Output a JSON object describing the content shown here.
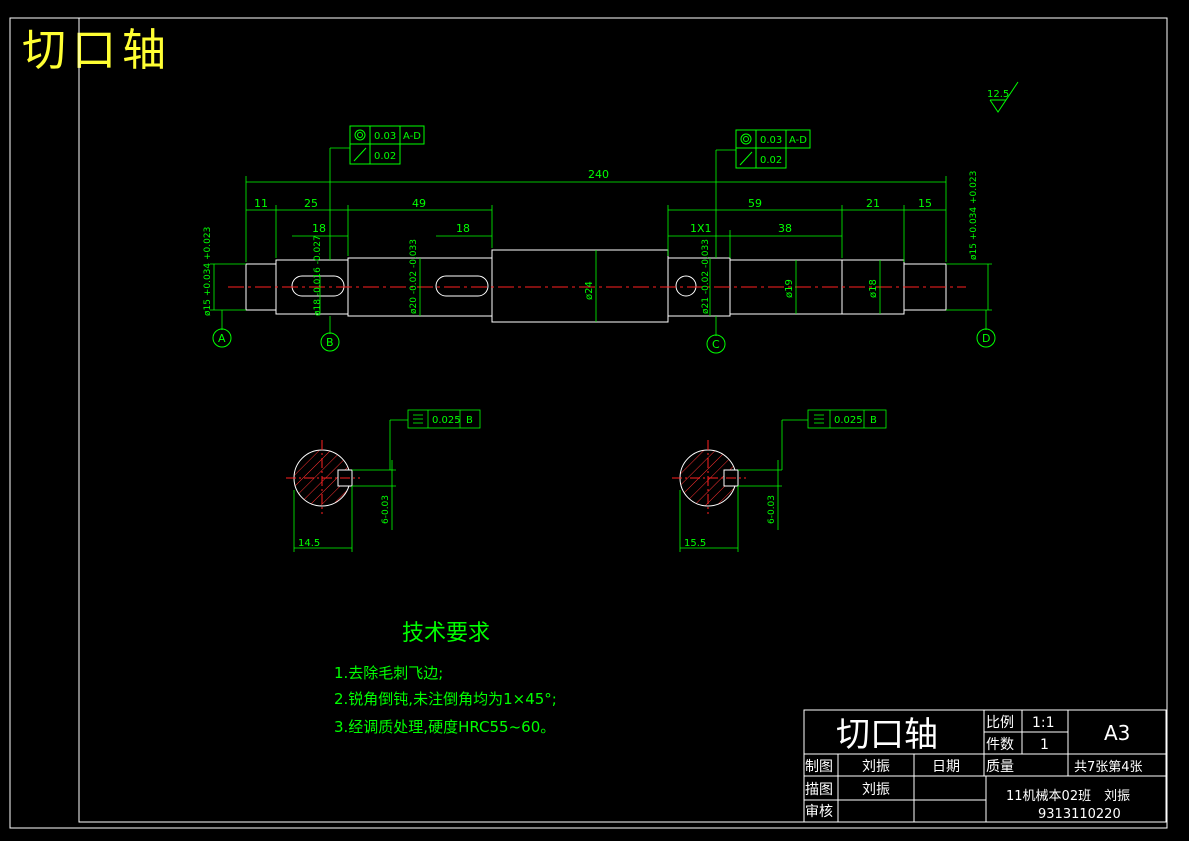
{
  "banner_title": "切口轴",
  "colors": {
    "line": "#ffffff",
    "dim": "#00ff00",
    "center": "#ff2020",
    "hatch": "#ff3030",
    "banner": "#ffff33",
    "cyan": "#00ffff"
  },
  "roughness": "12.5",
  "dimensions": {
    "total": "240",
    "d11": "11",
    "d25": "25",
    "d49": "49",
    "d59": "59",
    "d21": "21",
    "d15": "15",
    "d18a": "18",
    "d18b": "18",
    "d1x1": "1X1",
    "d38": "38",
    "dia_left_end": "ø15 +0.034 +0.023",
    "dia_b": "ø18 -0.016 -0.027",
    "dia_20": "ø20 -0.02 -0.033",
    "dia_24": "ø24",
    "dia_c": "ø21 -0.02 -0.033",
    "dia_19": "ø19",
    "dia_18r": "ø18",
    "dia_right_end": "ø15 +0.034 +0.023"
  },
  "datums": [
    "A",
    "B",
    "C",
    "D"
  ],
  "tolerance_frames": [
    {
      "circ": "0.03",
      "ref": "A-D",
      "runout": "0.02"
    },
    {
      "circ": "0.03",
      "ref": "A-D",
      "runout": "0.02"
    }
  ],
  "section_frames": [
    {
      "value": "0.025",
      "ref": "B",
      "width": "14.5",
      "key": "6-0.03"
    },
    {
      "value": "0.025",
      "ref": "B",
      "width": "15.5",
      "key": "6-0.03"
    }
  ],
  "tech": {
    "heading": "技术要求",
    "items": [
      "1.去除毛刺飞边;",
      "2.锐角倒钝,未注倒角均为1×45°;",
      "3.经调质处理,硬度HRC55~60。"
    ]
  },
  "titleblock": {
    "name": "切口轴",
    "scale_label": "比例",
    "scale_value": "1:1",
    "qty_label": "件数",
    "qty_value": "1",
    "format": "A3",
    "draw_label": "制图",
    "draw_name": "刘振",
    "date_label": "日期",
    "mass_label": "质量",
    "sheet": "共7张第4张",
    "trace_label": "描图",
    "trace_name": "刘振",
    "check_label": "审核",
    "org": "11机械本02班　刘振",
    "code": "9313110220"
  }
}
